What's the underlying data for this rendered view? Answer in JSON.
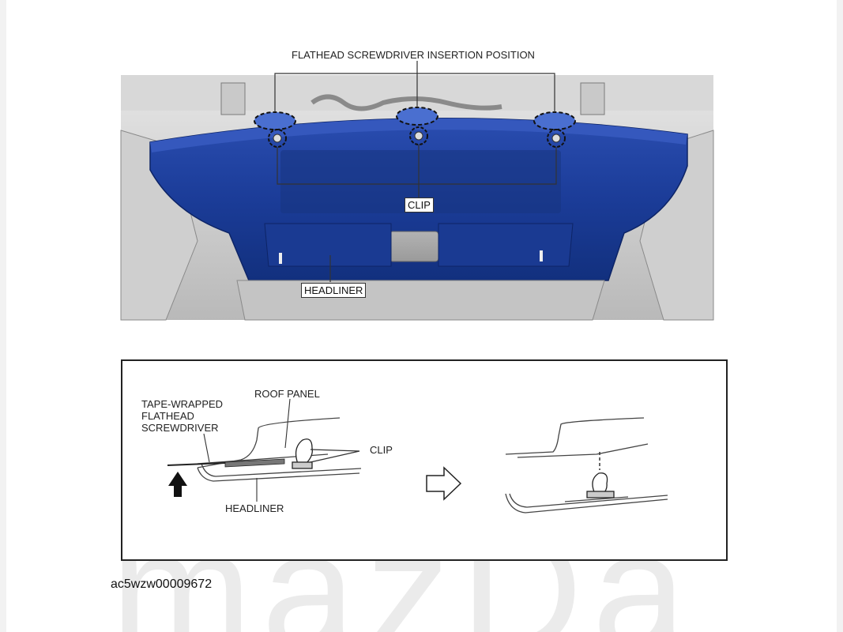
{
  "top_figure": {
    "insertion_label": "FLATHEAD SCREWDRIVER INSERTION POSITION",
    "clip_label": "CLIP",
    "headliner_label": "HEADLINER"
  },
  "detail_figure": {
    "tool_label": "TAPE-WRAPPED\nFLATHEAD\nSCREWDRIVER",
    "roof_panel_label": "ROOF PANEL",
    "clip_label": "CLIP",
    "headliner_label": "HEADLINER"
  },
  "doc_id": "ac5wzw00009672",
  "watermark": "mazDa",
  "colors": {
    "headliner": "#1f3f9a",
    "headliner_dark": "#142c75",
    "highlight": "#4a6fd0",
    "line": "#333333"
  }
}
